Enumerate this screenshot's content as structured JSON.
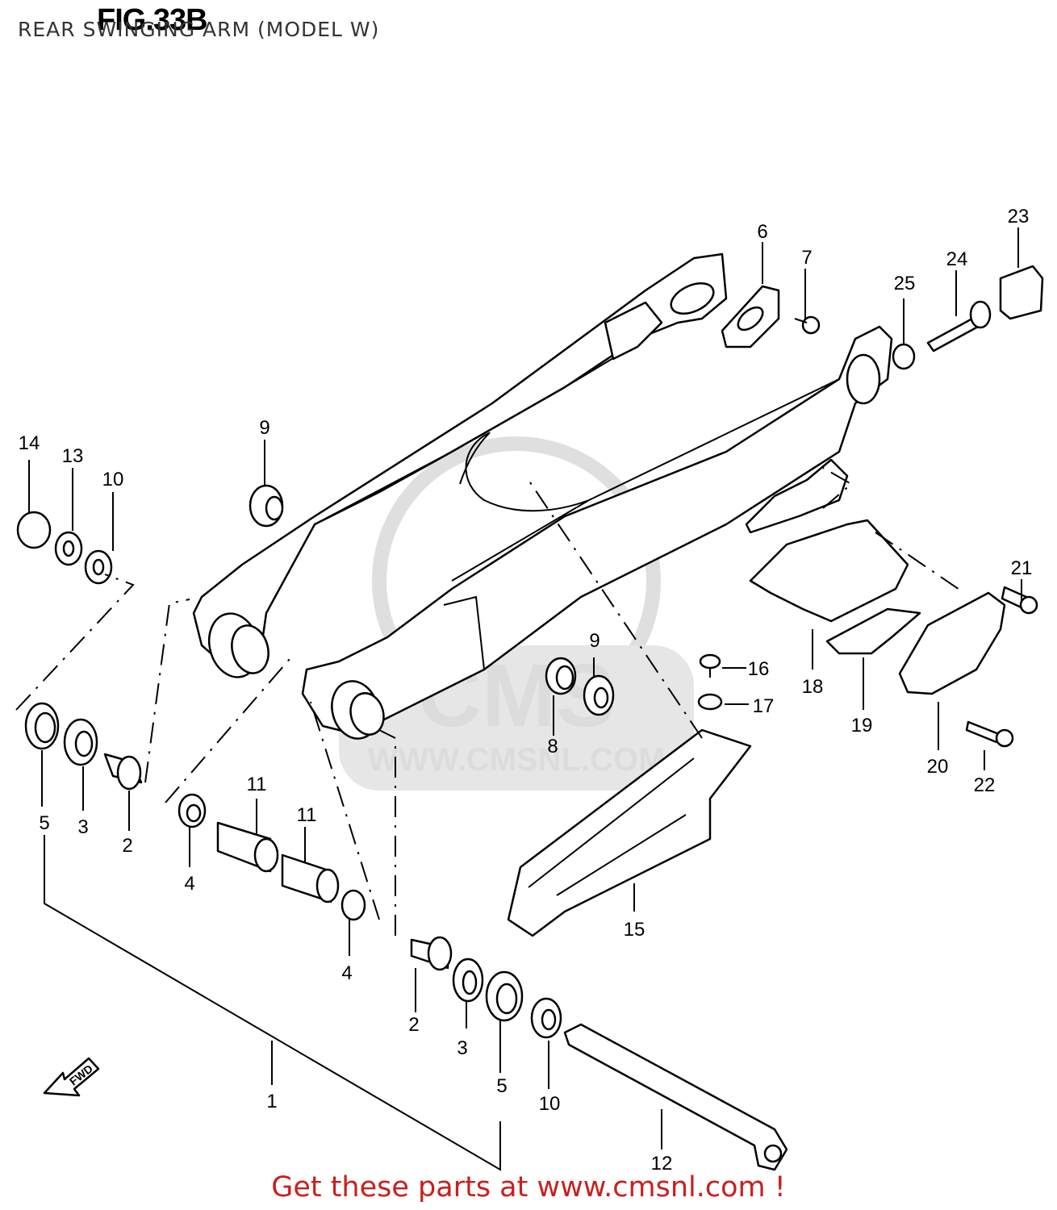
{
  "header": {
    "figure_label": "FIG.33B",
    "subtitle": "REAR SWINGING ARM (MODEL W)"
  },
  "watermark": {
    "brand": "CMS",
    "url": "WWW.CMSNL.COM"
  },
  "direction_arrow": "FWD",
  "callouts": {
    "c1": "1",
    "c2a": "2",
    "c2b": "2",
    "c3a": "3",
    "c3b": "3",
    "c4a": "4",
    "c4b": "4",
    "c5a": "5",
    "c5b": "5",
    "c6": "6",
    "c7": "7",
    "c8": "8",
    "c9a": "9",
    "c9b": "9",
    "c10a": "10",
    "c10b": "10",
    "c11a": "11",
    "c11b": "11",
    "c12": "12",
    "c13": "13",
    "c14": "14",
    "c15": "15",
    "c16": "16",
    "c17": "17",
    "c18": "18",
    "c19": "19",
    "c20": "20",
    "c21": "21",
    "c22": "22",
    "c23": "23",
    "c24": "24",
    "c25": "25"
  },
  "footer": {
    "text": "Get these parts at www.cmsnl.com !"
  }
}
